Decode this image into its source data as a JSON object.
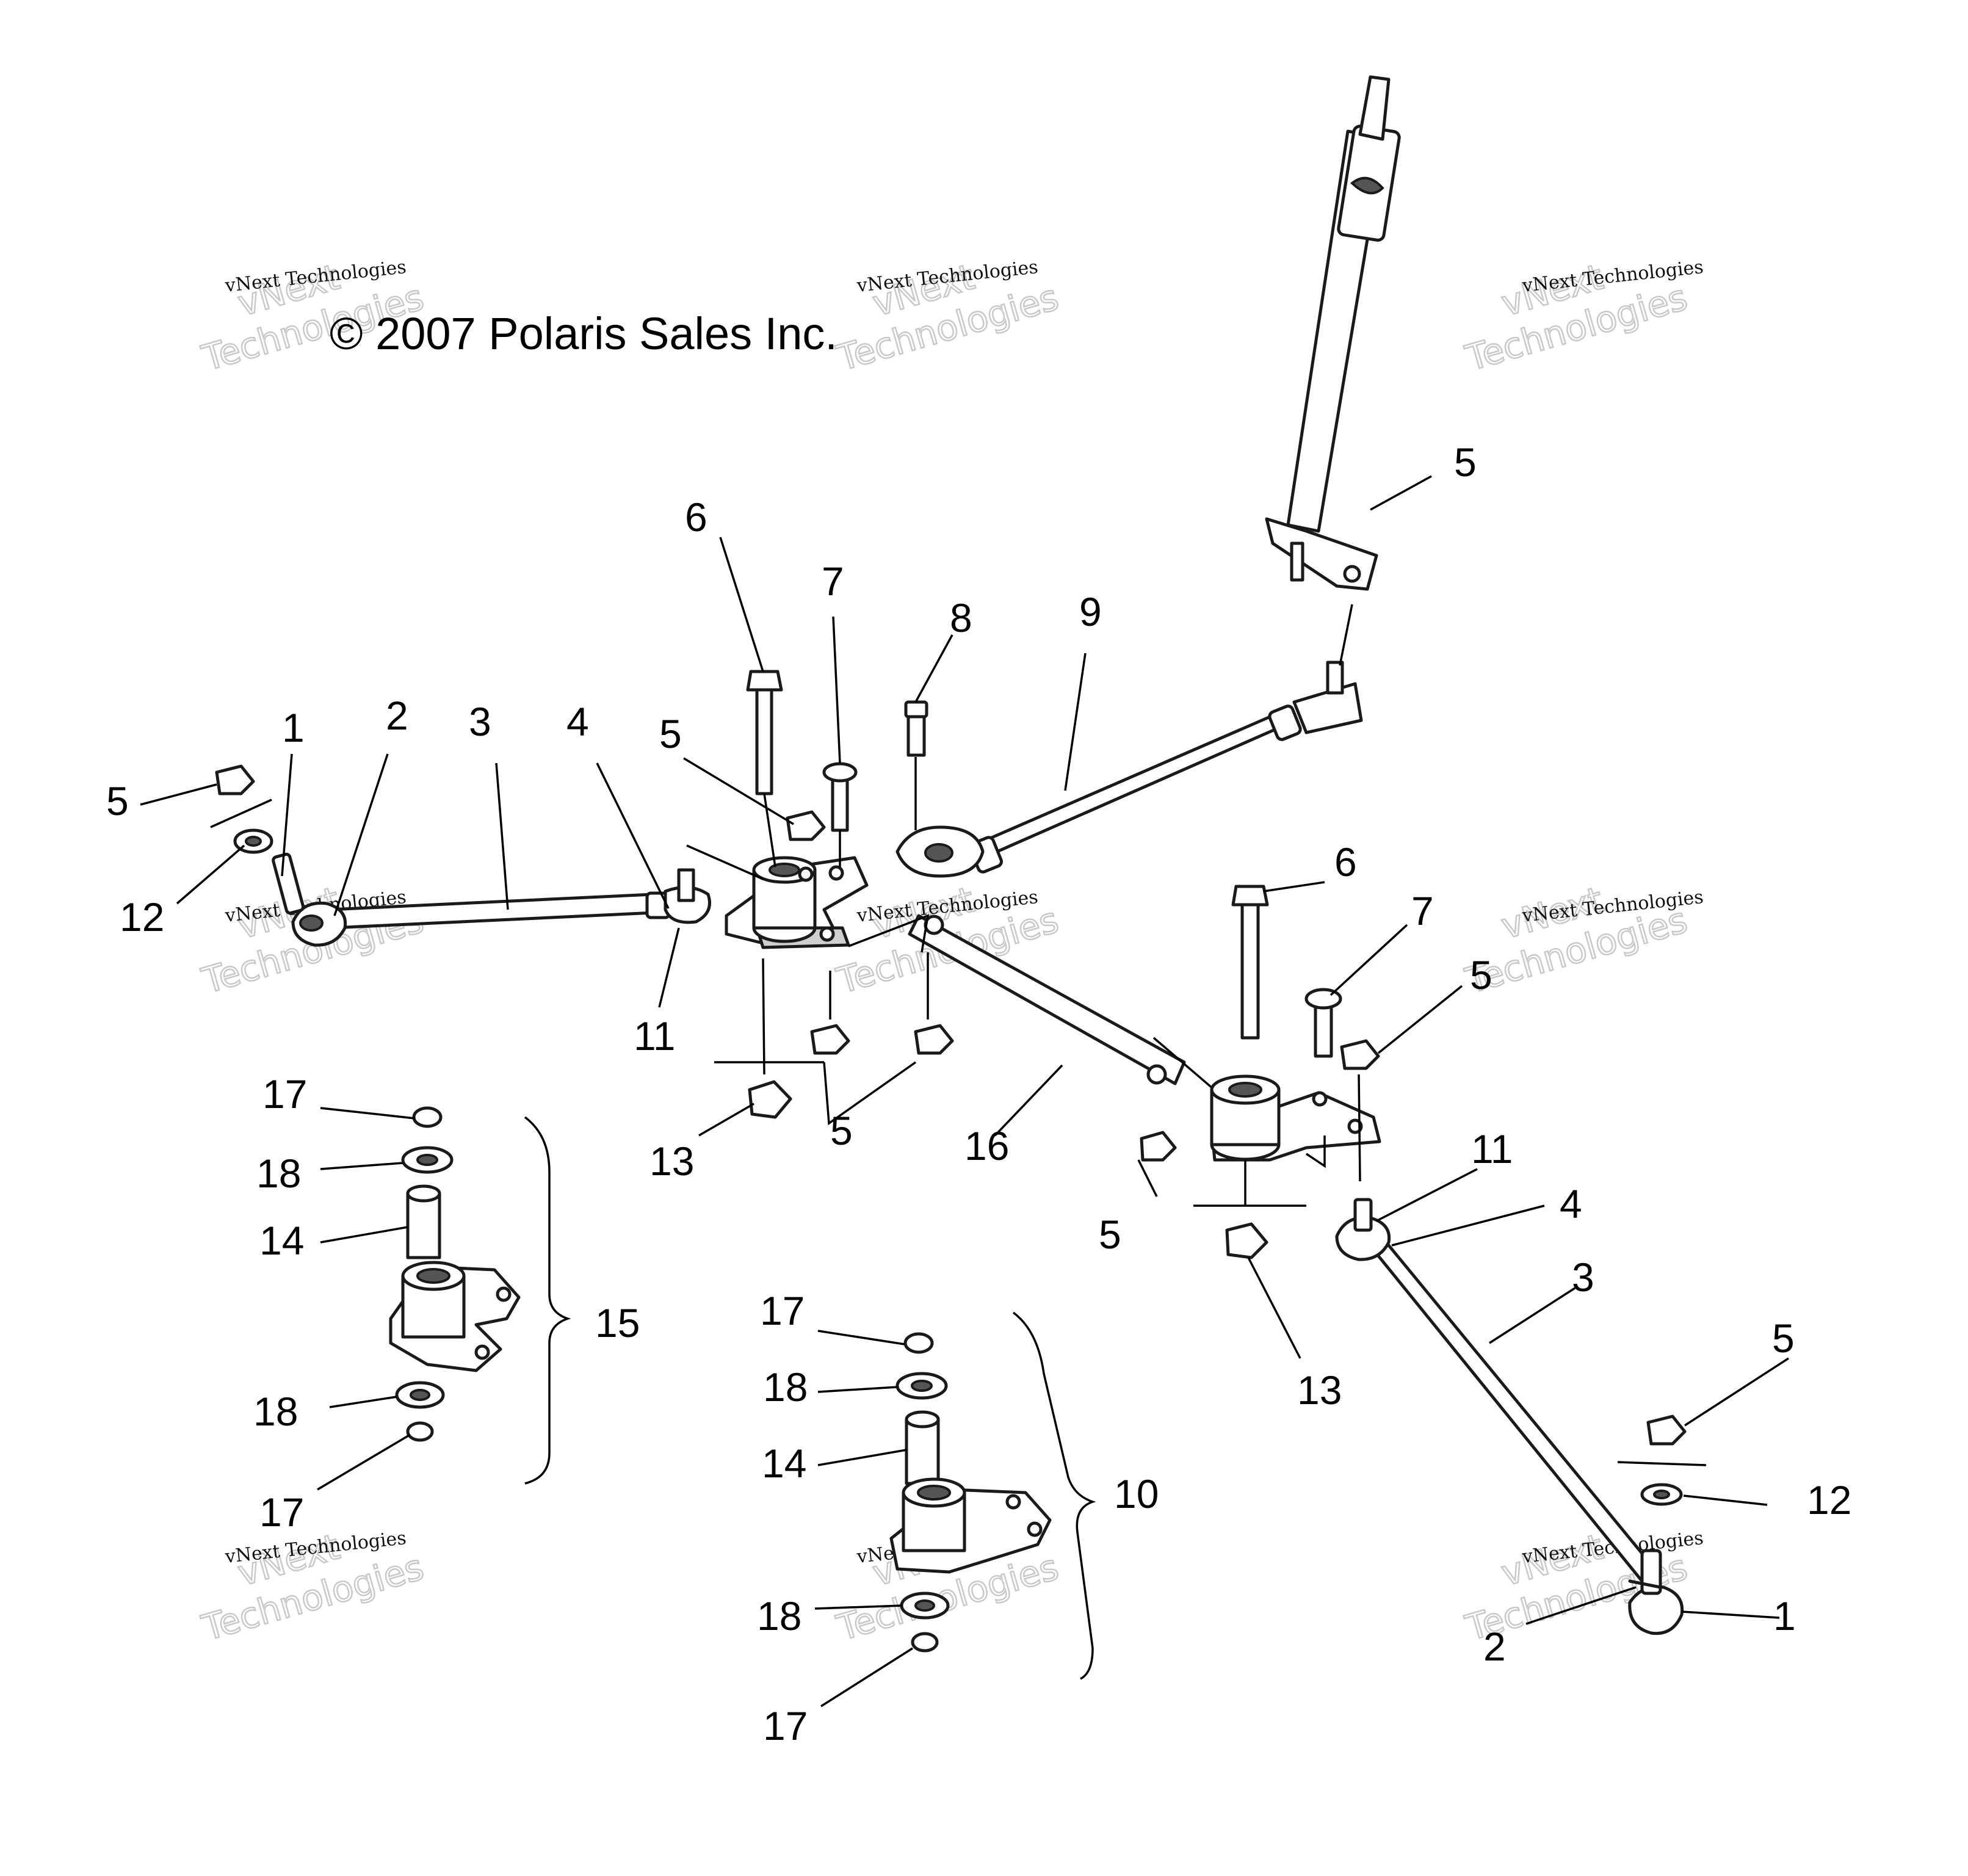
{
  "copyright": "© 2007 Polaris Sales Inc.",
  "watermark": {
    "line1": "vNext",
    "line2": "Technologies",
    "full": "vNext Technologies"
  },
  "callouts": [
    {
      "id": "c1a",
      "label": "1"
    },
    {
      "id": "c2a",
      "label": "2"
    },
    {
      "id": "c3a",
      "label": "3"
    },
    {
      "id": "c4a",
      "label": "4"
    },
    {
      "id": "c5a",
      "label": "5"
    },
    {
      "id": "c12a",
      "label": "12"
    },
    {
      "id": "c11a",
      "label": "11"
    },
    {
      "id": "c6a",
      "label": "6"
    },
    {
      "id": "c7a",
      "label": "7"
    },
    {
      "id": "c5b",
      "label": "5"
    },
    {
      "id": "c8",
      "label": "8"
    },
    {
      "id": "c9",
      "label": "9"
    },
    {
      "id": "c5c",
      "label": "5"
    },
    {
      "id": "c13a",
      "label": "13"
    },
    {
      "id": "c5d",
      "label": "5"
    },
    {
      "id": "c16",
      "label": "16"
    },
    {
      "id": "c6b",
      "label": "6"
    },
    {
      "id": "c7b",
      "label": "7"
    },
    {
      "id": "c5e",
      "label": "5"
    },
    {
      "id": "c11b",
      "label": "11"
    },
    {
      "id": "c4b",
      "label": "4"
    },
    {
      "id": "c3b",
      "label": "3"
    },
    {
      "id": "c5f",
      "label": "5"
    },
    {
      "id": "c13b",
      "label": "13"
    },
    {
      "id": "c5g",
      "label": "5"
    },
    {
      "id": "c12b",
      "label": "12"
    },
    {
      "id": "c1b",
      "label": "1"
    },
    {
      "id": "c2b",
      "label": "2"
    },
    {
      "id": "c17a",
      "label": "17"
    },
    {
      "id": "c18a",
      "label": "18"
    },
    {
      "id": "c14a",
      "label": "14"
    },
    {
      "id": "c15",
      "label": "15"
    },
    {
      "id": "c18b",
      "label": "18"
    },
    {
      "id": "c17b",
      "label": "17"
    },
    {
      "id": "c17c",
      "label": "17"
    },
    {
      "id": "c18c",
      "label": "18"
    },
    {
      "id": "c14b",
      "label": "14"
    },
    {
      "id": "c10",
      "label": "10"
    },
    {
      "id": "c18d",
      "label": "18"
    },
    {
      "id": "c17d",
      "label": "17"
    }
  ]
}
